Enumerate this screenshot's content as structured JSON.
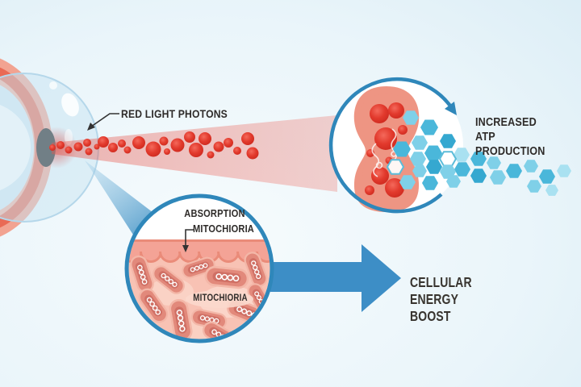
{
  "diagram_title": "Red light photons absorbed by mitochondria produce a cellular energy boost",
  "labels": {
    "red_light_photons": "RED LIGHT PHOTONS",
    "increased_atp": "INCREASED ATP PRODUCTION",
    "absorption": "ABSORPTION",
    "mitochioria_pointer": "MITOCHIORIA",
    "mitochioria_tissue": "MITOCHIORIA",
    "cellular_energy_boost": "CELLULAR ENERGY BOOST"
  },
  "colors": {
    "text": "#2e2b29",
    "blue": "#2f87ba",
    "arrow": "#3d8ec6",
    "hexDark": "#35a8d0",
    "hexMed": "#4ab7da",
    "hexLight": "#7fd0e8",
    "hexPale": "#a9e1f1",
    "hexStroke": "#5bbcd9",
    "hexOutlineFill": "rgba(255,255,255,0.92)",
    "photonHi": "#f4695b",
    "photonMid": "#e23a2d",
    "photonEdge": "#ce2a1f",
    "beamStart": "rgba(231,85,75,0.42)",
    "beamEnd": "rgba(236,110,100,0.30)",
    "funnelStart": "rgba(165,208,232,0.45)",
    "funnelEnd": "rgba(86,158,204,0.95)",
    "salmon": "#f2a391",
    "rim": "#e96a55",
    "salmonLight": "#f5b2a1",
    "irisBlue": "#d9eaf4",
    "domeFill": "rgba(199,228,242,0.5)",
    "domeEdge": "#b5d7ea",
    "glow": "#e83326",
    "pupil": "#1a1a1a",
    "mitoOuter": "#ee9583",
    "mitoMid": "#f8cfc0",
    "mitoCore": "#e8a89c",
    "sphere": "#e23a2d",
    "tissueLow": "#f8c2b4",
    "tissueBand": "#f4a396",
    "tissueLine": "#ea8b79",
    "tissuePatch": "#fbd8cc",
    "capHalo": "#f3b7a8",
    "capBody": "#e2897b",
    "capCore": "#d07065",
    "leader": "#333333"
  },
  "photons": [
    [
      65,
      183,
      4
    ],
    [
      75,
      180,
      5
    ],
    [
      85,
      186,
      4.5
    ],
    [
      97,
      182,
      5.5
    ],
    [
      108,
      177,
      5
    ],
    [
      110,
      188,
      4.5
    ],
    [
      120,
      182,
      3.5
    ],
    [
      128,
      176,
      7
    ],
    [
      140,
      183,
      6
    ],
    [
      151,
      178,
      5
    ],
    [
      158,
      186,
      4.5
    ],
    [
      172,
      177,
      8
    ],
    [
      190,
      185,
      9.5
    ],
    [
      203,
      175,
      5.5
    ],
    [
      207,
      188,
      4
    ],
    [
      220,
      180,
      8.5
    ],
    [
      235,
      170,
      7
    ],
    [
      243,
      186,
      9
    ],
    [
      254,
      172,
      8
    ],
    [
      261,
      192,
      4.5
    ],
    [
      271,
      182,
      6.5
    ],
    [
      283,
      177,
      6
    ],
    [
      294,
      187,
      5
    ],
    [
      307,
      172,
      8
    ],
    [
      313,
      190,
      7.5
    ]
  ],
  "hexagons": [
    [
      498,
      185,
      11,
      "med"
    ],
    [
      490,
      207,
      10,
      "outline"
    ],
    [
      505,
      226,
      10,
      "light"
    ],
    [
      509,
      146,
      10,
      "light"
    ],
    [
      532,
      158,
      11,
      "med"
    ],
    [
      520,
      177,
      10,
      "light"
    ],
    [
      555,
      175,
      10,
      "dark"
    ],
    [
      537,
      190,
      11,
      "med"
    ],
    [
      572,
      192,
      10,
      "pale"
    ],
    [
      518,
      197,
      10,
      "light"
    ],
    [
      555,
      197,
      10,
      "outline"
    ],
    [
      593,
      197,
      10,
      "med"
    ],
    [
      612,
      202,
      9,
      "light"
    ],
    [
      538,
      207,
      10,
      "dark"
    ],
    [
      573,
      210,
      10,
      "med"
    ],
    [
      520,
      212,
      9,
      "light"
    ],
    [
      555,
      213,
      10,
      "light"
    ],
    [
      593,
      218,
      10,
      "dark"
    ],
    [
      617,
      220,
      10,
      "light"
    ],
    [
      533,
      227,
      10,
      "med"
    ],
    [
      562,
      225,
      9,
      "light"
    ],
    [
      637,
      212,
      10,
      "med"
    ],
    [
      658,
      206,
      9,
      "light"
    ],
    [
      678,
      219,
      10,
      "med"
    ],
    [
      699,
      212,
      9,
      "pale"
    ],
    [
      662,
      231,
      9,
      "light"
    ],
    [
      684,
      236,
      8,
      "pale"
    ]
  ],
  "tissue_mitochondria": [
    [
      176,
      340,
      72,
      0.95
    ],
    [
      209,
      347,
      38,
      0.9
    ],
    [
      246,
      332,
      -18,
      0.85
    ],
    [
      281,
      344,
      6,
      1.1
    ],
    [
      317,
      334,
      70,
      0.9
    ],
    [
      190,
      379,
      55,
      0.95
    ],
    [
      224,
      397,
      80,
      1.05
    ],
    [
      259,
      396,
      12,
      0.9
    ],
    [
      305,
      387,
      22,
      1.0
    ],
    [
      273,
      416,
      30,
      0.95
    ],
    [
      322,
      371,
      60,
      0.85
    ]
  ]
}
